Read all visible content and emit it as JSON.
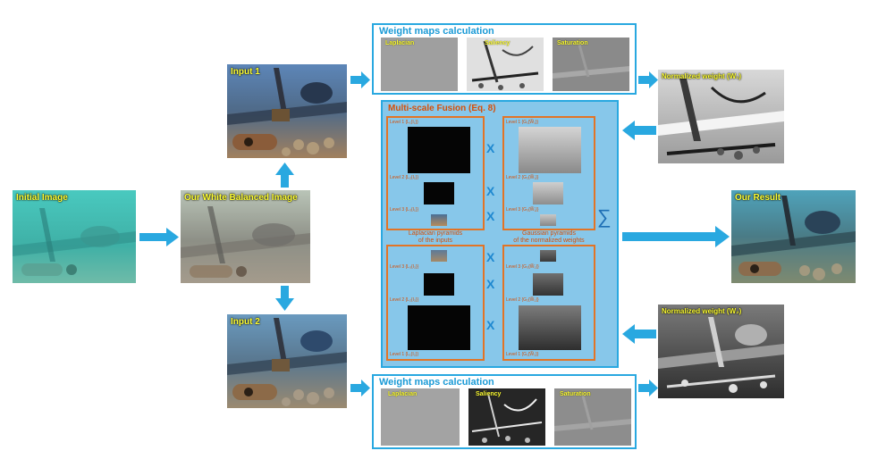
{
  "initial_image": {
    "label": "Initial Image"
  },
  "white_balanced": {
    "label": "Our White Balanced Image"
  },
  "input1": {
    "label": "Input 1"
  },
  "input2": {
    "label": "Input 2"
  },
  "result": {
    "label": "Our Result"
  },
  "weight_top": {
    "title": "Weight maps calculation",
    "maps": [
      "Laplacian",
      "Saliency",
      "Saturation"
    ]
  },
  "weight_bottom": {
    "title": "Weight maps calculation",
    "maps": [
      "Laplacian",
      "Saliency",
      "Saturation"
    ]
  },
  "norm_w1": {
    "label": "Normalized weight (W₁)"
  },
  "norm_w2": {
    "label": "Normalized weight (W₂)"
  },
  "fusion": {
    "title": "Multi-scale Fusion (Eq. 8)",
    "laplacian_caption": [
      "Laplacian pyramids",
      "of the inputs"
    ],
    "gaussian_caption": [
      "Gaussian pyramids",
      "of the normalized weights"
    ],
    "times_symbol": "X",
    "sum_symbol": "∑",
    "lap_top_levels": [
      "Level 1 {L₁{I₁}}",
      "Level 2 {L₂{I₁}}",
      "Level 3 {L₃{I₁}}"
    ],
    "gauss_top_levels": [
      "Level 1 {G₁{W̅₁}}",
      "Level 2 {G₂{W̅₁}}",
      "Level 3 {G₃{W̅₁}}"
    ],
    "lap_bottom_levels": [
      "Level 3 {L₃{I₂}}",
      "Level 2 {L₂{I₂}}",
      "Level 1 {L₁{I₂}}"
    ],
    "gauss_bottom_levels": [
      "Level 3 {G₃{W̅₂}}",
      "Level 2 {G₂{W̅₂}}",
      "Level 1 {G₁{W̅₂}}"
    ]
  },
  "colors": {
    "accent_blue": "#29a8e0",
    "fusion_bg": "#87c7ea",
    "orange": "#e27426",
    "label_yellow": "#ffff33"
  }
}
